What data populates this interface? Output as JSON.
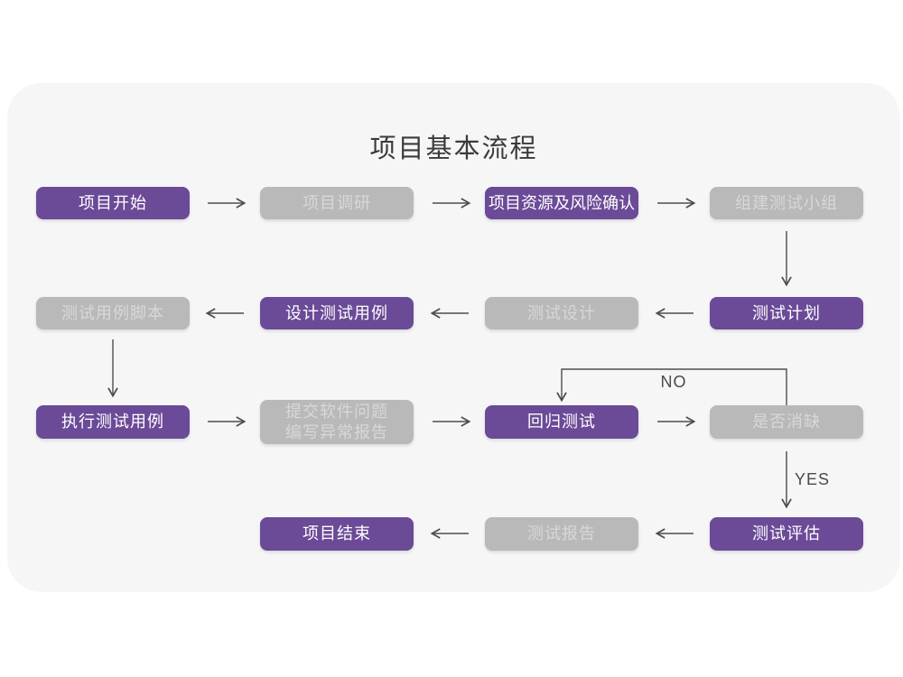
{
  "title": "项目基本流程",
  "colors": {
    "page-bg": "#ffffff",
    "card-bg": "#f6f6f7",
    "purple": "#6b4a97",
    "purple-text": "#ffffff",
    "gray": "#b9b9b9",
    "gray-text": "#d8d8d8",
    "arrow": "#4d4d4d",
    "title-text": "#3b3b3b",
    "label-text": "#4a4a4a"
  },
  "labels": {
    "no": "NO",
    "yes": "YES"
  },
  "nodes": {
    "start": "项目开始",
    "research": "项目调研",
    "risk": "项目资源及风险确认",
    "team": "组建测试小组",
    "scripts": "测试用例脚本",
    "cases": "设计测试用例",
    "design": "测试设计",
    "plan": "测试计划",
    "execute": "执行测试用例",
    "submit_line1": "提交软件问题",
    "submit_line2": "编写异常报告",
    "regression": "回归测试",
    "defect_check": "是否消缺",
    "end": "项目结束",
    "report": "测试报告",
    "evaluation": "测试评估"
  }
}
